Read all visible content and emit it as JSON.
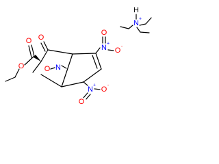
{
  "colors": {
    "bond": "#000000",
    "oxygen": "#ff0000",
    "nitrogen": "#0000ff",
    "background": "#ffffff"
  },
  "anion": {
    "atoms": {
      "carbonyl_o": "O",
      "ester_o_carbonyl": "O",
      "ester_o_ether": "O",
      "nitroso_n": "N",
      "nitroso_o": "O",
      "nitro_top_n": "N",
      "nitro_top_o_double": "O",
      "nitro_top_o_minus": "O",
      "nitro_bottom_n": "N",
      "nitro_bottom_o_double": "O",
      "nitro_bottom_o_minus": "O"
    },
    "charges": {
      "nitro_top_n": "+",
      "nitro_top_o_minus": "-",
      "nitro_bottom_n": "+",
      "nitro_bottom_o_minus": "-"
    }
  },
  "cation": {
    "atoms": {
      "ammonium_n": "N",
      "ammonium_h": "H"
    },
    "charges": {
      "ammonium_n": "+"
    }
  }
}
